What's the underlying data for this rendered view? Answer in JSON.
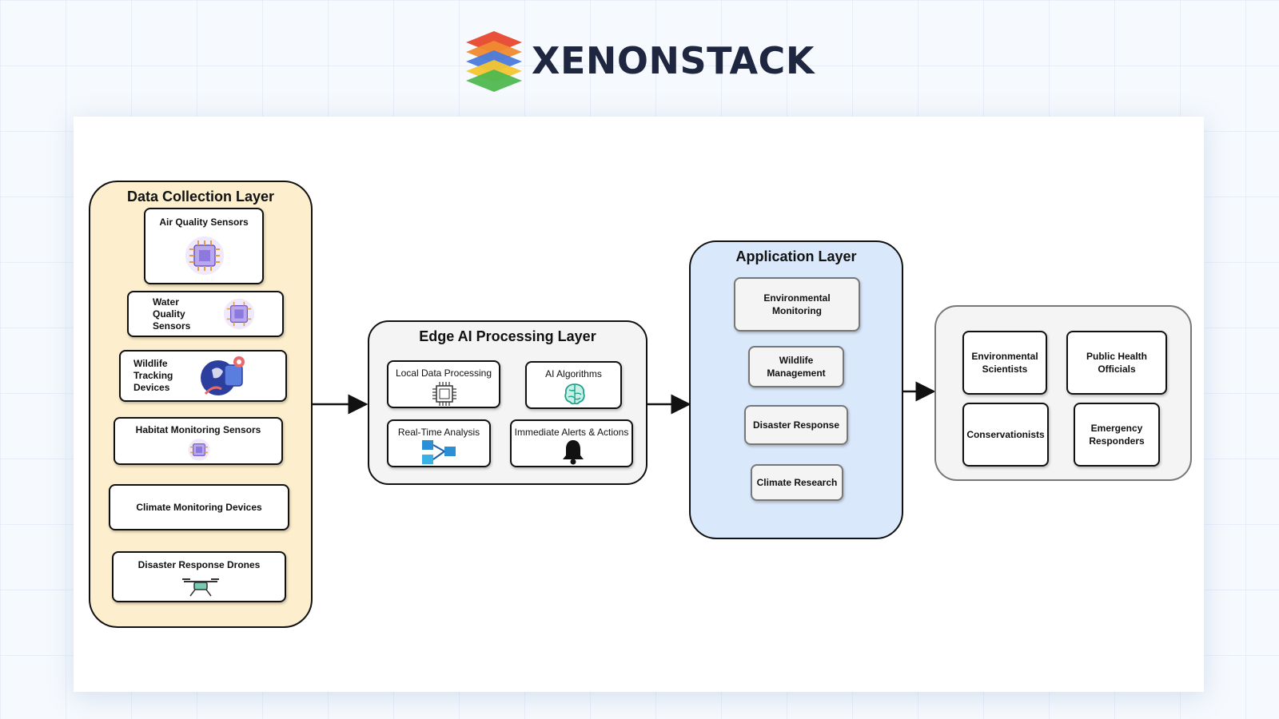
{
  "brand": {
    "name": "XENONSTACK"
  },
  "colors": {
    "data_layer_bg": "#fdefcd",
    "edge_layer_bg": "#f4f4f4",
    "app_layer_bg": "#dae8fc",
    "users_layer_bg": "#f4f4f4"
  },
  "data_layer": {
    "title": "Data Collection Layer",
    "items": [
      {
        "label": "Air Quality Sensors",
        "icon": "chip-icon"
      },
      {
        "label": "Water Quality Sensors",
        "icon": "chip-icon",
        "lines": [
          "Water",
          "Quality",
          "Sensors"
        ]
      },
      {
        "label": "Wildlife Tracking Devices",
        "icon": "tracking-icon",
        "lines": [
          "Wildlife",
          "Tracking",
          "Devices"
        ]
      },
      {
        "label": "Habitat Monitoring Sensors",
        "icon": "chip-icon"
      },
      {
        "label": "Climate Monitoring Devices"
      },
      {
        "label": "Disaster Response Drones",
        "icon": "drone-icon"
      }
    ]
  },
  "edge_layer": {
    "title": "Edge AI Processing Layer",
    "items": [
      {
        "label": "Local Data Processing",
        "icon": "processor-icon"
      },
      {
        "label": "AI Algorithms",
        "icon": "brain-icon"
      },
      {
        "label": "Real-Time Analysis",
        "icon": "flow-icon"
      },
      {
        "label": "Immediate Alerts & Actions",
        "icon": "bell-icon"
      }
    ]
  },
  "app_layer": {
    "title": "Application Layer",
    "items": [
      {
        "label": "Environmental Monitoring",
        "lines": [
          "Environmental",
          "Monitoring"
        ]
      },
      {
        "label": "Wildlife Management",
        "lines": [
          "Wildlife",
          "Management"
        ]
      },
      {
        "label": "Disaster Response"
      },
      {
        "label": "Climate Research"
      }
    ]
  },
  "users_layer": {
    "items": [
      {
        "label": "Environmental Scientists",
        "lines": [
          "Environmental",
          "Scientists"
        ]
      },
      {
        "label": "Public Health Officials",
        "lines": [
          "Public Health",
          "Officials"
        ]
      },
      {
        "label": "Conservationists"
      },
      {
        "label": "Emergency Responders",
        "lines": [
          "Emergency",
          "Responders"
        ]
      }
    ]
  }
}
